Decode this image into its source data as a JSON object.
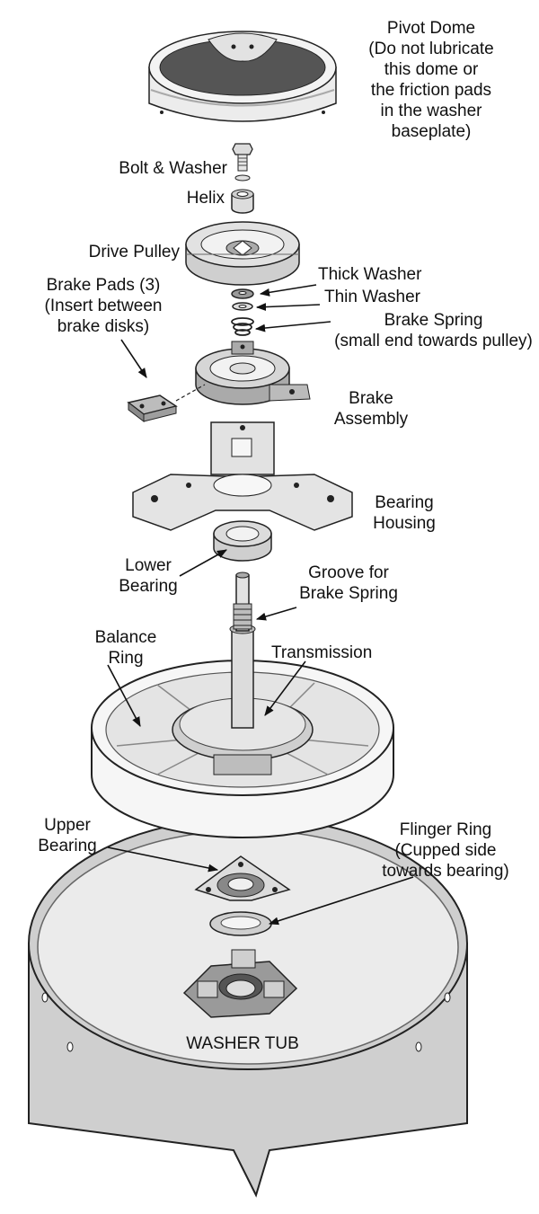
{
  "labels": {
    "pivot_dome": [
      "Pivot Dome",
      "(Do not lubricate",
      "this dome or",
      "the friction pads",
      "in the washer",
      "baseplate)"
    ],
    "bolt_washer": "Bolt & Washer",
    "helix": "Helix",
    "drive_pulley": "Drive Pulley",
    "thick_washer": "Thick Washer",
    "thin_washer": "Thin Washer",
    "brake_spring": [
      "Brake Spring",
      "(small end towards pulley)"
    ],
    "brake_pads": [
      "Brake Pads (3)",
      "(Insert between",
      "brake disks)"
    ],
    "brake_assembly": [
      "Brake",
      "Assembly"
    ],
    "bearing_housing": [
      "Bearing",
      "Housing"
    ],
    "lower_bearing": [
      "Lower",
      "Bearing"
    ],
    "groove": [
      "Groove for",
      "Brake Spring"
    ],
    "balance_ring": [
      "Balance",
      "Ring"
    ],
    "transmission": "Transmission",
    "upper_bearing": [
      "Upper",
      "Bearing"
    ],
    "flinger_ring": [
      "Flinger Ring",
      "(Cupped side",
      "towards bearing)"
    ],
    "washer_tub": "WASHER TUB"
  }
}
